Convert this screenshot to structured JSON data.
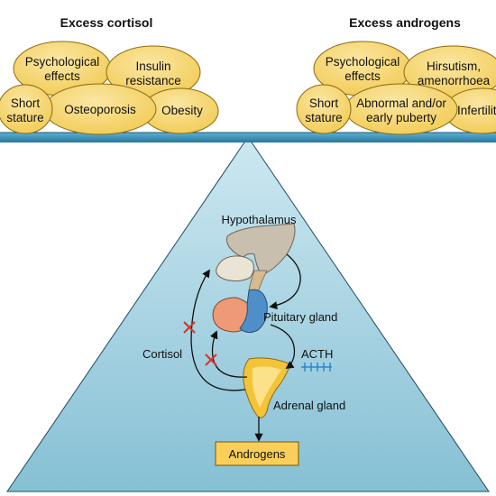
{
  "left_group": {
    "heading": "Excess cortisol",
    "items": {
      "psych_1": "Psychological",
      "psych_2": "effects",
      "insulin_1": "Insulin",
      "insulin_2": "resistance",
      "short_1": "Short",
      "short_2": "stature",
      "osteoporosis": "Osteoporosis",
      "obesity": "Obesity"
    }
  },
  "right_group": {
    "heading": "Excess androgens",
    "items": {
      "psych_1": "Psychological",
      "psych_2": "effects",
      "hirsutism_1": "Hirsutism,",
      "hirsutism_2": "amenorrhoea",
      "short_1": "Short",
      "short_2": "stature",
      "puberty_1": "Abnormal and/or",
      "puberty_2": "early puberty",
      "infertility": "Infertility"
    }
  },
  "diagram": {
    "hypothalamus": "Hypothalamus",
    "pituitary": "Pituitary gland",
    "acth": "ACTH",
    "cortisol": "Cortisol",
    "adrenal": "Adrenal gland",
    "androgens": "Androgens"
  },
  "colors": {
    "blob_fill": "#f6d46a",
    "blob_stroke": "#8a6a10",
    "beam_fill": "#3a8fb5",
    "triangle_top": "#bfe1ec",
    "triangle_bottom": "#8fc6d8",
    "inhibition": "#d8322a",
    "acth_marks": "#2f86c8",
    "box_fill": "#f9cf5a"
  }
}
